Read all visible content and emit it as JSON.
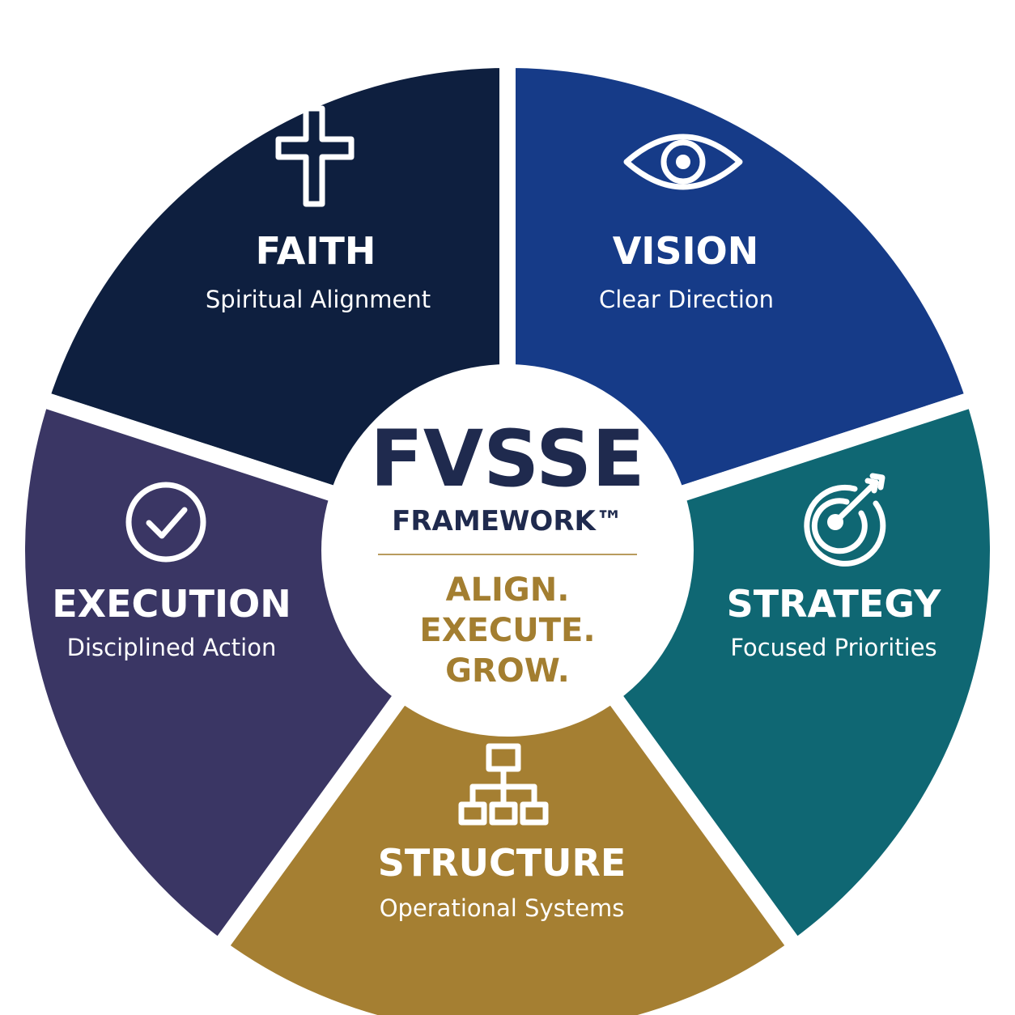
{
  "segments": [
    {
      "key": "faith",
      "title": "FAITH",
      "subtitle": "Spiritual Alignment",
      "icon": "cross-icon",
      "color": "#0e1f3f"
    },
    {
      "key": "vision",
      "title": "VISION",
      "subtitle": "Clear Direction",
      "icon": "eye-icon",
      "color": "#163b88"
    },
    {
      "key": "strategy",
      "title": "STRATEGY",
      "subtitle": "Focused Priorities",
      "icon": "target-icon",
      "color": "#0f6773"
    },
    {
      "key": "structure",
      "title": "STRUCTURE",
      "subtitle": "Operational Systems",
      "icon": "org-chart-icon",
      "color": "#a57f32"
    },
    {
      "key": "execution",
      "title": "EXECUTION",
      "subtitle": "Disciplined Action",
      "icon": "check-circle-icon",
      "color": "#3a3664"
    }
  ],
  "center": {
    "title": "FVSSE",
    "subtitle": "FRAMEWORK™",
    "tagline": [
      "ALIGN.",
      "EXECUTE.",
      "GROW."
    ],
    "title_color": "#1f2a4e",
    "tagline_color": "#a37e30",
    "divider_color": "#b89b5e"
  }
}
